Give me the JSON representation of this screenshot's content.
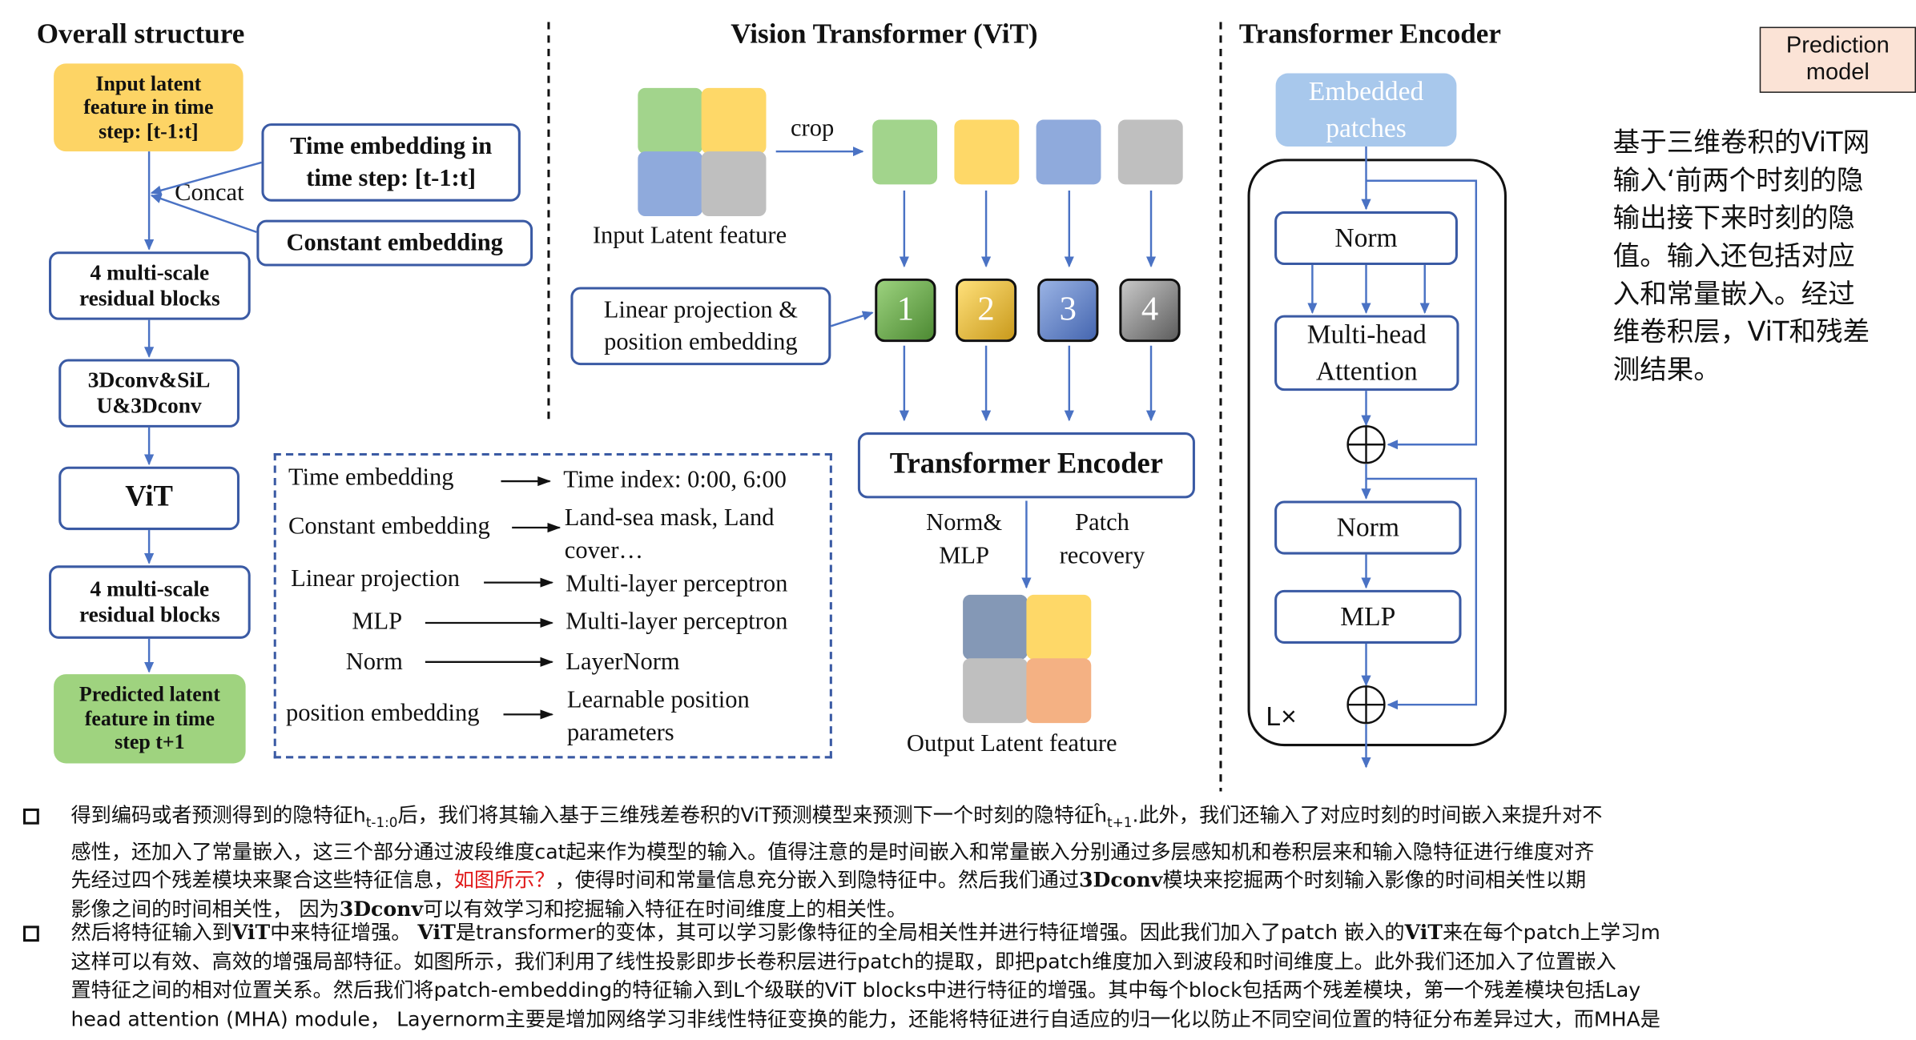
{
  "titles": {
    "overall": "Overall structure",
    "vit": "Vision Transformer (ViT)",
    "encoder": "Transformer Encoder"
  },
  "overall": {
    "input_latent": "Input latent feature in time step: [t-1:t]",
    "time_embedding": "Time embedding in time step: [t-1:t]",
    "concat": "Concat",
    "constant_embedding": "Constant embedding",
    "residual_blocks_1": "4 multi-scale residual blocks",
    "conv3d": "3Dconv&SiLU&3Dconv",
    "vit": "ViT",
    "residual_blocks_2": "4 multi-scale residual blocks",
    "predicted": "Predicted latent feature in time step t+1"
  },
  "vit": {
    "crop": "crop",
    "input_latent": "Input Latent feature",
    "linear_projection": "Linear projection & position embedding",
    "patch_numbers": [
      "1",
      "2",
      "3",
      "4"
    ],
    "transformer_encoder": "Transformer Encoder",
    "norm_mlp": "Norm& MLP",
    "patch_recovery": "Patch recovery",
    "output_latent": "Output Latent feature"
  },
  "legend": [
    {
      "term": "Time embedding",
      "meaning": "Time index: 0:00, 6:00"
    },
    {
      "term": "Constant embedding",
      "meaning": "Land-sea mask, Land cover…"
    },
    {
      "term": "Linear projection",
      "meaning": "Multi-layer perceptron"
    },
    {
      "term": "MLP",
      "meaning": "Multi-layer perceptron"
    },
    {
      "term": "Norm",
      "meaning": "LayerNorm"
    },
    {
      "term": "position embedding",
      "meaning": "Learnable position parameters"
    }
  ],
  "encoder": {
    "embedded_patches": "Embedded patches",
    "norm_1": "Norm",
    "mha": "Multi-head Attention",
    "norm_2": "Norm",
    "mlp": "MLP",
    "repeat": "L×"
  },
  "prediction_model": "Prediction model",
  "side_text": [
    "基于三维卷积的ViT网",
    "输入‘前两个时刻的隐",
    "输出接下来时刻的隐",
    "值。输入还包括对应",
    "入和常量嵌入。经过",
    "维卷积层，ViT和残差",
    "测结果。"
  ],
  "paragraph_1": {
    "line1_a": "得到编码或者预测得到的隐特征h",
    "line1_sub1": "t-1:0",
    "line1_b": "后，我们将其输入基于三维残差卷积的ViT预测模型来预测下一个时刻的隐特征ĥ",
    "line1_sub2": "t+1",
    "line1_c": ".此外，我们还输入了对应时刻的时间嵌入来提升对不",
    "line2": "感性，还加入了常量嵌入，这三个部分通过波段维度cat起来作为模型的输入。值得注意的是时间嵌入和常量嵌入分别通过多层感知机和卷积层来和输入隐特征进行维度对齐",
    "line3_a": "先经过四个残差模块来聚合这些特征信息，",
    "line3_red": "如图所示？",
    "line3_b": "，使得时间和常量信息充分嵌入到隐特征中。然后我们通过",
    "line3_bold": "3Dconv",
    "line3_c": "模块来挖掘两个时刻输入影像的时间相关性以期",
    "line4_a": "影像之间的时间相关性，  因为",
    "line4_bold": "3Dconv",
    "line4_b": "可以有效学习和挖掘输入特征在时间维度上的相关性。"
  },
  "paragraph_2": {
    "line1_a": "然后将特征输入到",
    "line1_bold1": "ViT",
    "line1_b": "中来特征增强。 ",
    "line1_bold2": "ViT",
    "line1_c": "是transformer的变体，其可以学习影像特征的全局相关性并进行特征增强。因此我们加入了patch 嵌入的",
    "line1_bold3": "ViT",
    "line1_d": "来在每个patch上学习m",
    "line2": "这样可以有效、高效的增强局部特征。如图所示，我们利用了线性投影即步长卷积层进行patch的提取，即把patch维度加入到波段和时间维度上。此外我们还加入了位置嵌入",
    "line3": "置特征之间的相对位置关系。然后我们将patch-embedding的特征输入到L个级联的ViT blocks中进行特征的增强。其中每个block包括两个残差模块，第一个残差模块包括Lay",
    "line4": "head attention (MHA) module，  Layernorm主要是增加网络学习非线性特征变换的能力，还能将特征进行自适应的归一化以防止不同空间位置的特征分布差异过大，而MHA是"
  },
  "colors": {
    "box_border": "#3a5aa4",
    "arrow": "#4a72c4",
    "input_yellow": "#fdd465",
    "output_green": "#9fd37f",
    "patch_green": "#a2d48c",
    "patch_yellow": "#fed868",
    "patch_blue": "#8faadc",
    "patch_gray": "#bfbfbf",
    "embedded_patches": "#a8c8ec",
    "prediction_bg": "#fbe3d6",
    "red_text": "#e01818"
  }
}
